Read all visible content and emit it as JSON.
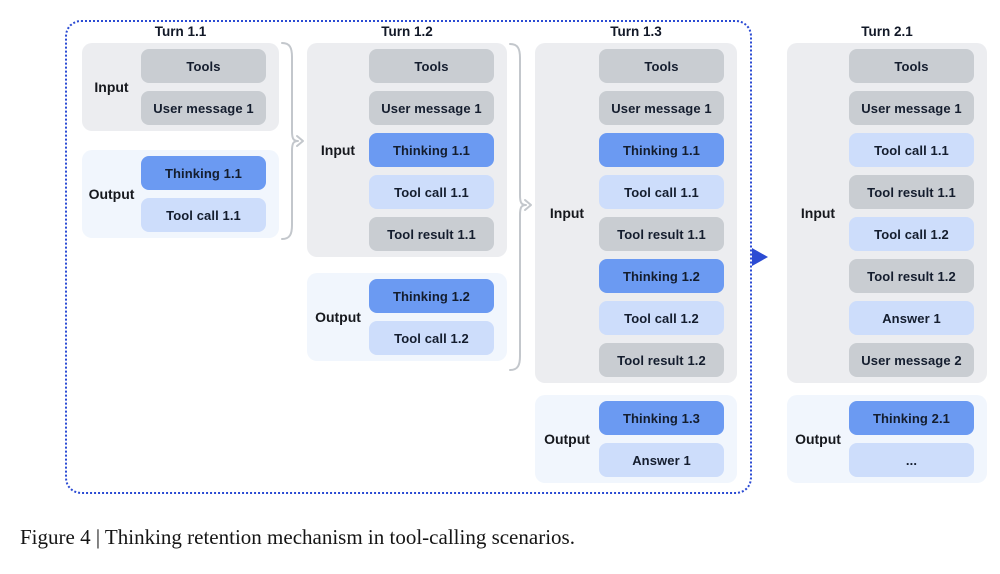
{
  "figure": {
    "caption": "Figure 4 | Thinking retention mechanism in tool-calling scenarios."
  },
  "labels": {
    "input": "Input",
    "output": "Output"
  },
  "colors": {
    "dashed_border": "#2b4bd3",
    "flow_arrow": "#2b4bd3",
    "brace": "#c3c7cc",
    "input_group_bg": "#ecedf0",
    "output_group_bg": "#f1f6fd",
    "context_box": "#c9cdd2",
    "thinking_box": "#6b9af2",
    "toolcall_box": "#cdddfb",
    "box_text": "#141d2e"
  },
  "columns": [
    {
      "title": "Turn 1.1",
      "input": [
        {
          "label": "Tools",
          "type": "context"
        },
        {
          "label": "User message 1",
          "type": "context"
        }
      ],
      "output": [
        {
          "label": "Thinking 1.1",
          "type": "thinking"
        },
        {
          "label": "Tool call 1.1",
          "type": "toolcall"
        }
      ]
    },
    {
      "title": "Turn 1.2",
      "input": [
        {
          "label": "Tools",
          "type": "context"
        },
        {
          "label": "User message 1",
          "type": "context"
        },
        {
          "label": "Thinking 1.1",
          "type": "thinking"
        },
        {
          "label": "Tool call 1.1",
          "type": "toolcall"
        },
        {
          "label": "Tool result 1.1",
          "type": "context"
        }
      ],
      "output": [
        {
          "label": "Thinking 1.2",
          "type": "thinking"
        },
        {
          "label": "Tool call 1.2",
          "type": "toolcall"
        }
      ]
    },
    {
      "title": "Turn 1.3",
      "input": [
        {
          "label": "Tools",
          "type": "context"
        },
        {
          "label": "User message 1",
          "type": "context"
        },
        {
          "label": "Thinking 1.1",
          "type": "thinking"
        },
        {
          "label": "Tool call 1.1",
          "type": "toolcall"
        },
        {
          "label": "Tool result 1.1",
          "type": "context"
        },
        {
          "label": "Thinking 1.2",
          "type": "thinking"
        },
        {
          "label": "Tool call 1.2",
          "type": "toolcall"
        },
        {
          "label": "Tool result 1.2",
          "type": "context"
        }
      ],
      "output": [
        {
          "label": "Thinking 1.3",
          "type": "thinking"
        },
        {
          "label": "Answer 1",
          "type": "toolcall"
        }
      ]
    },
    {
      "title": "Turn 2.1",
      "input": [
        {
          "label": "Tools",
          "type": "context"
        },
        {
          "label": "User message 1",
          "type": "context"
        },
        {
          "label": "Tool call 1.1",
          "type": "toolcall"
        },
        {
          "label": "Tool result 1.1",
          "type": "context"
        },
        {
          "label": "Tool call 1.2",
          "type": "toolcall"
        },
        {
          "label": "Tool result 1.2",
          "type": "context"
        },
        {
          "label": "Answer 1",
          "type": "toolcall"
        },
        {
          "label": "User message 2",
          "type": "context"
        }
      ],
      "output": [
        {
          "label": "Thinking 2.1",
          "type": "thinking"
        },
        {
          "label": "...",
          "type": "toolcall"
        }
      ]
    }
  ]
}
